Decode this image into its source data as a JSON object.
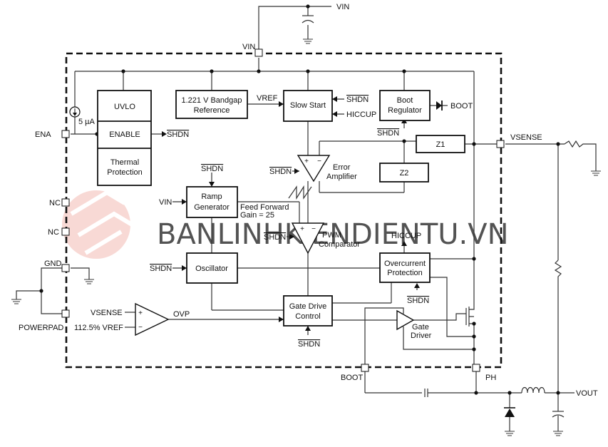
{
  "blocks": {
    "uvlo": "UVLO",
    "enable": "ENABLE",
    "thermal_1": "Thermal",
    "thermal_2": "Protection",
    "bandgap_1": "1.221 V Bandgap",
    "bandgap_2": "Reference",
    "slow_start": "Slow Start",
    "boot_reg_1": "Boot",
    "boot_reg_2": "Regulator",
    "z1": "Z1",
    "z2": "Z2",
    "ramp_1": "Ramp",
    "ramp_2": "Generator",
    "oscillator": "Oscillator",
    "overcurrent_1": "Overcurrent",
    "overcurrent_2": "Protection",
    "gate_drive_1": "Gate Drive",
    "gate_drive_2": "Control"
  },
  "labels": {
    "vin_top": "VIN",
    "vin_pin": "VIN",
    "vin_ramp": "VIN",
    "vref": "VREF",
    "shdn_ss": "SHDN",
    "hiccup_ss": "HICCUP",
    "boot_out": "BOOT",
    "shdn_boot": "SHDN",
    "ena": "ENA",
    "current_src": "5 µA",
    "shdn_enable": "SHDN",
    "vsense_pin": "VSENSE",
    "error_amp_1": "Error",
    "error_amp_2": "Amplifier",
    "shdn_ea": "SHDN",
    "shdn_ramp": "SHDN",
    "feed_forward_1": "Feed Forward",
    "feed_forward_2": "Gain = 25",
    "nc1": "NC",
    "nc2": "NC",
    "shdn_pwm": "SHDN",
    "pwm_1": "PWM",
    "pwm_2": "Comparator",
    "hiccup_oc": "HICCUP",
    "gnd": "GND",
    "shdn_osc": "SHDN",
    "shdn_oc": "SHDN",
    "vsense_ovp": "VSENSE",
    "vref_ovp": "112.5% VREF",
    "ovp": "OVP",
    "powerpad": "POWERPAD",
    "gate_driver_1": "Gate",
    "gate_driver_2": "Driver",
    "shdn_gd": "SHDN",
    "boot_pin": "BOOT",
    "ph_pin": "PH",
    "vout": "VOUT",
    "plus_ea": "+",
    "minus_ea": "−",
    "plus_pwm": "+",
    "minus_pwm": "−",
    "plus_ovp": "+",
    "minus_ovp": "−"
  },
  "watermark": "BANLINHKIENDIENTU.VN",
  "colors": {
    "ink": "#111111",
    "watermark_text": "#c9d6e6",
    "watermark_logo": "#f3b3ad"
  }
}
